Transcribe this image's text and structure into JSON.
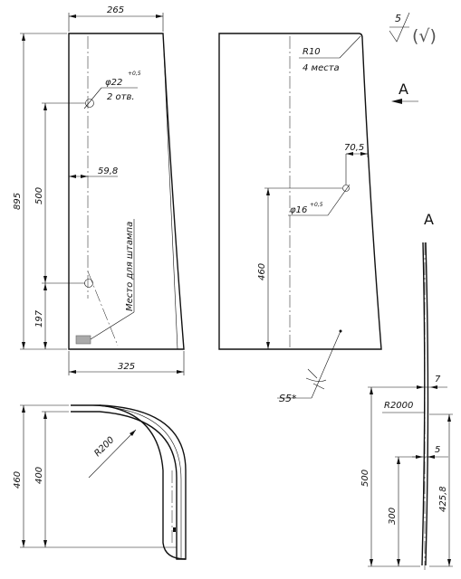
{
  "roughness": {
    "value": "5",
    "check_symbol": "(√)"
  },
  "view_a": {
    "arrow_label": "A",
    "view_label": "A"
  },
  "left_view": {
    "dims": {
      "top_width": "265",
      "bottom_width": "325",
      "height_total": "895",
      "height_mid": "500",
      "height_low": "197",
      "hole_offset": "59,8"
    },
    "hole_callout": {
      "diameter": "φ22",
      "tolerance": "+0,5",
      "count": "2 отв."
    },
    "stamp_note": "Место для штампа"
  },
  "right_view": {
    "radius": "R10",
    "radius_count": "4 места",
    "hole_offset": "70,5",
    "hole_diameter": "φ16",
    "hole_tolerance": "+0,5",
    "hole_height": "460",
    "thickness": "S5*"
  },
  "bottom_left_view": {
    "radius": "R200",
    "dim_outer": "460",
    "dim_inner": "400"
  },
  "section_a": {
    "dim_7": "7",
    "radius": "R2000",
    "dim_5": "5",
    "dim_500": "500",
    "dim_300": "300",
    "dim_425": "425,8"
  }
}
